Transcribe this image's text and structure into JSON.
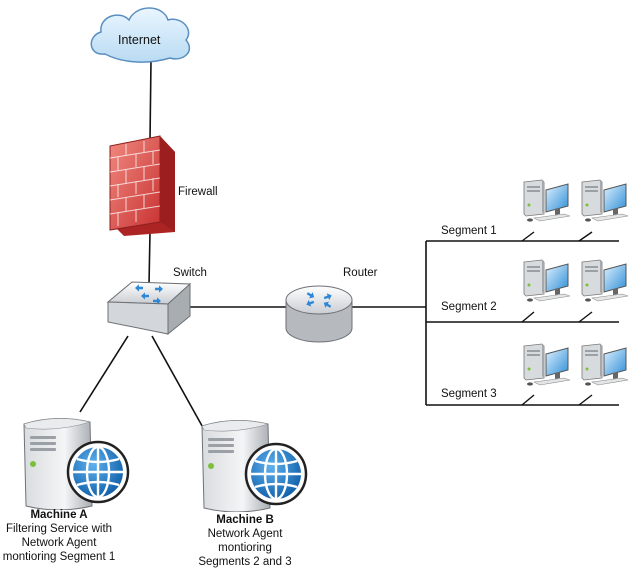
{
  "nodes": {
    "internet": "Internet",
    "firewall": "Firewall",
    "switch": "Switch",
    "router": "Router"
  },
  "segments": [
    "Segment 1",
    "Segment 2",
    "Segment 3"
  ],
  "machine_a": {
    "title": "Machine A",
    "line1": "Filtering Service with",
    "line2": "Network Agent",
    "line3": "montioring Segment 1"
  },
  "machine_b": {
    "title": "Machine B",
    "line1": "Network Agent",
    "line2": "montioring",
    "line3": "Segments 2 and 3"
  },
  "icons": {
    "cloud": "internet-cloud-icon",
    "firewall": "firewall-brick-icon",
    "switch": "network-switch-icon",
    "router": "network-router-icon",
    "server": "server-globe-icon",
    "workstation": "workstation-computer-icon"
  }
}
